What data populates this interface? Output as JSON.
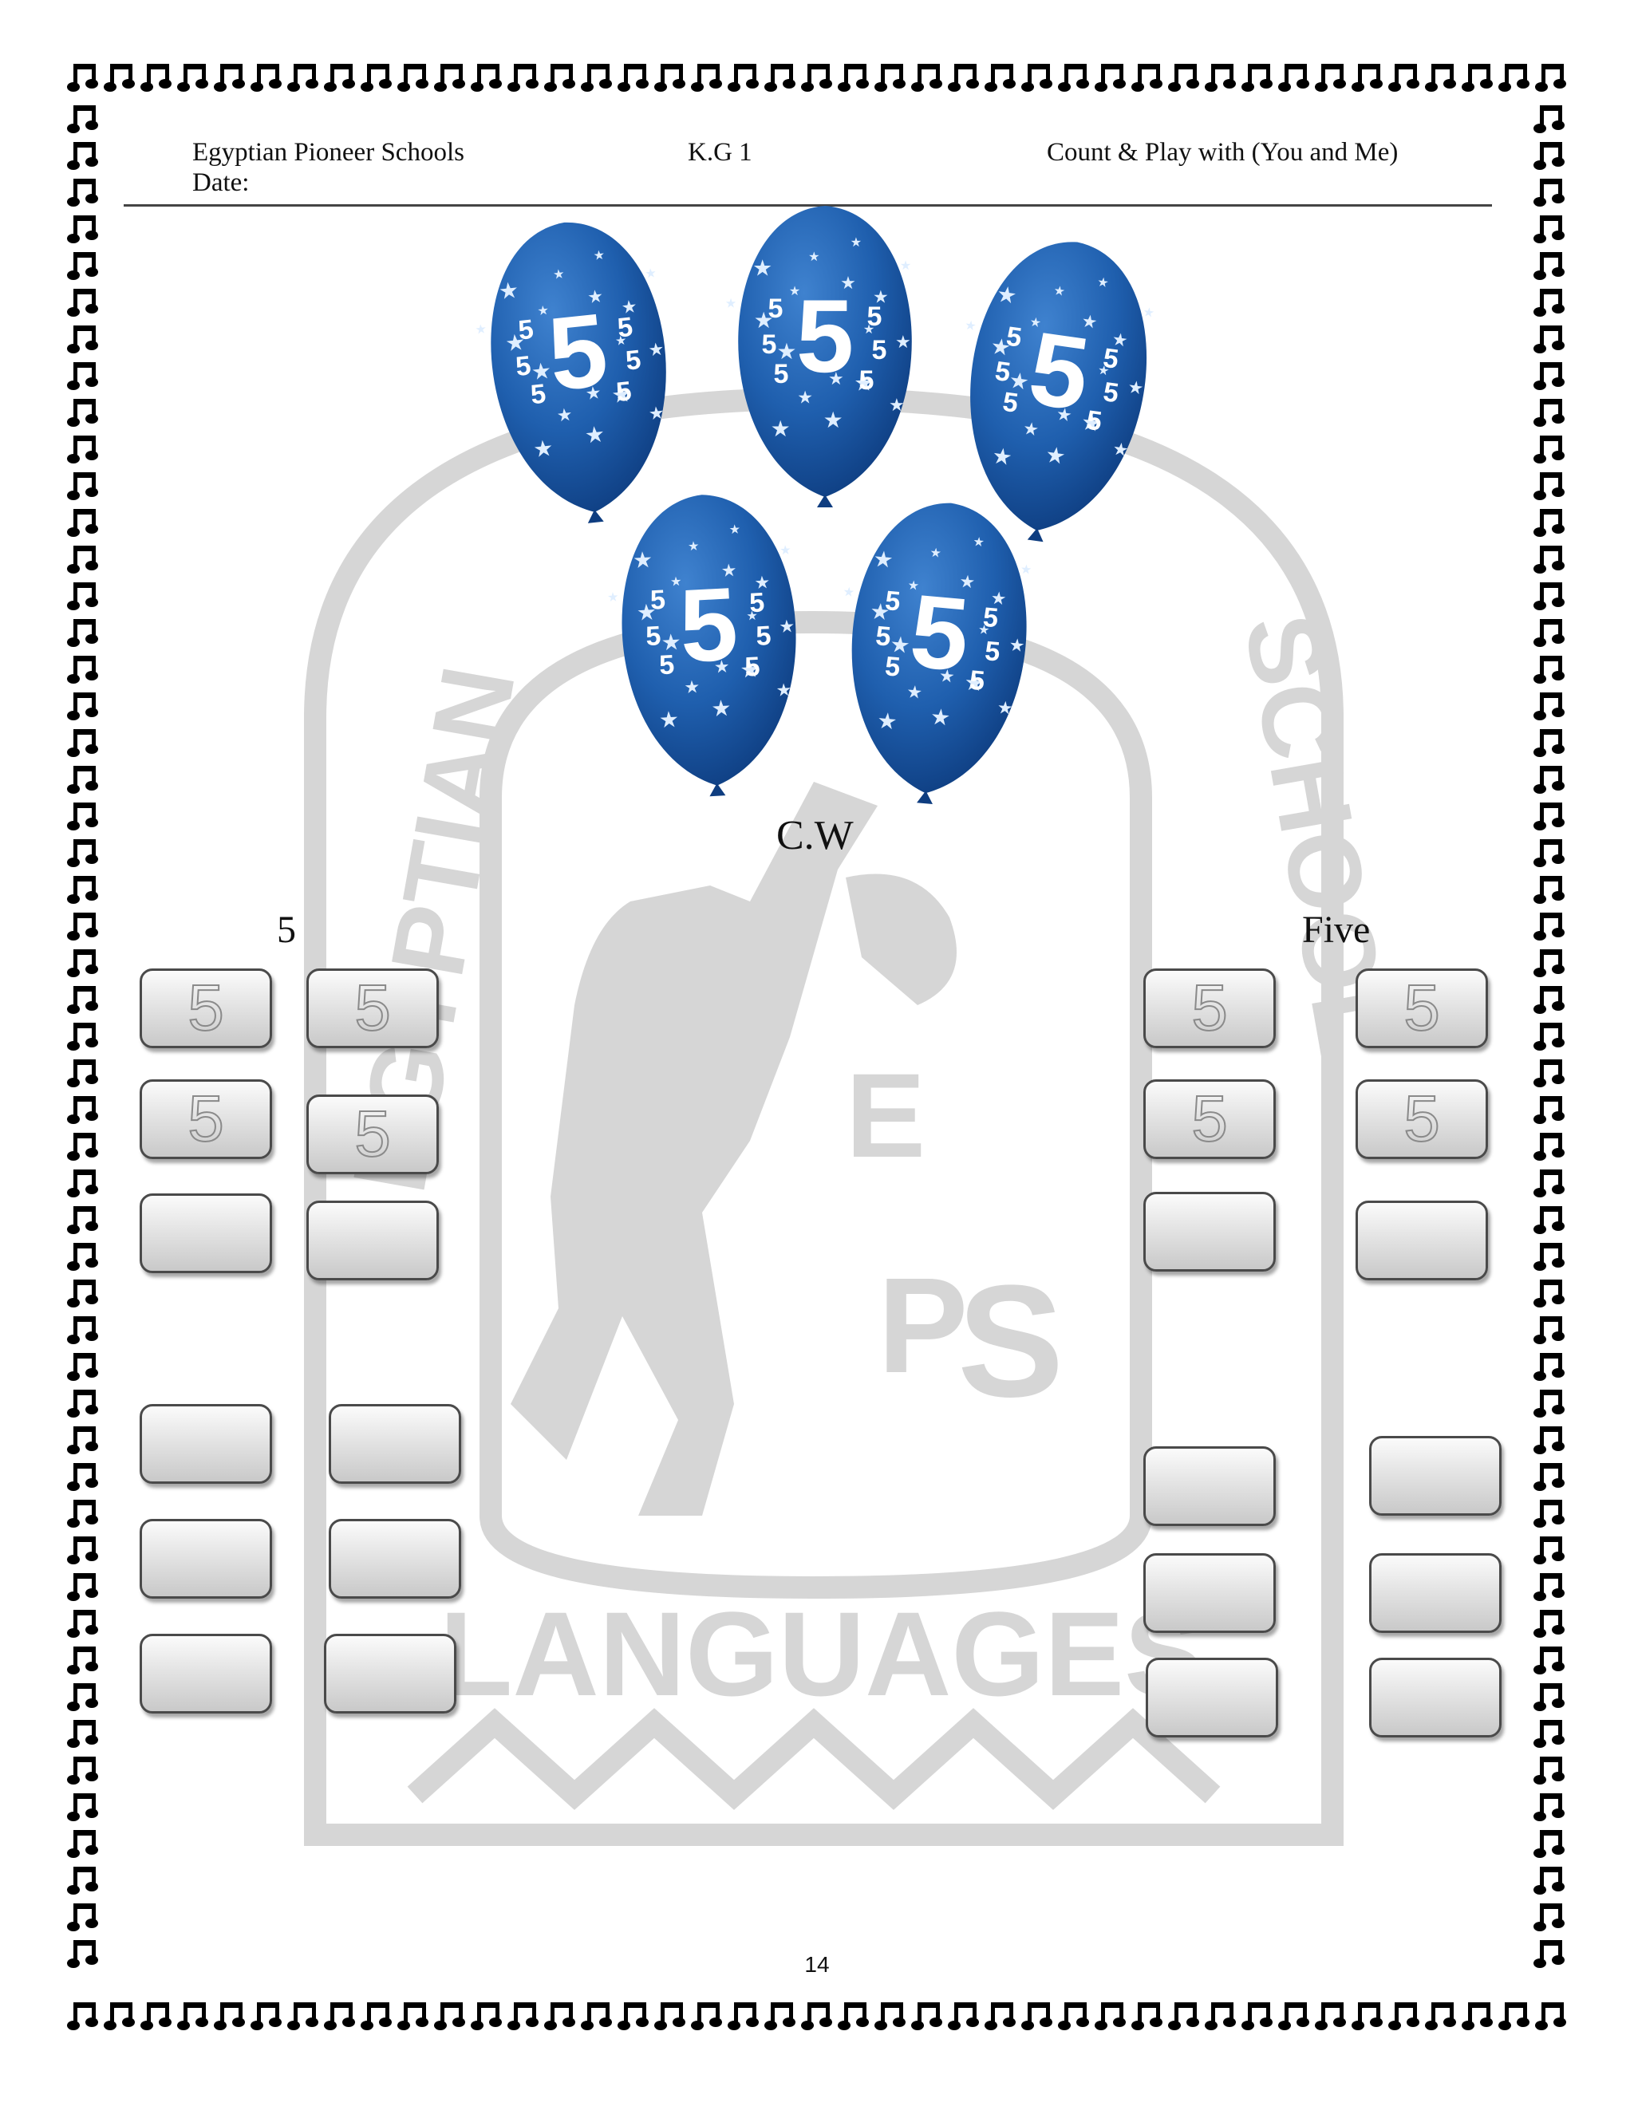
{
  "header": {
    "school": "Egyptian Pioneer Schools",
    "date_label": "Date:",
    "grade": "K.G 1",
    "book": "Count & Play with (You and Me)"
  },
  "balloon_label": "5",
  "balloon_count": 5,
  "section_label": "C.W",
  "left_heading": "5",
  "right_heading": "Five",
  "trace_digit": "5",
  "left_boxes": [
    {
      "text": "5"
    },
    {
      "text": "5"
    },
    {
      "text": "5"
    },
    {
      "text": "5"
    },
    {
      "text": ""
    },
    {
      "text": ""
    },
    {
      "text": ""
    },
    {
      "text": ""
    },
    {
      "text": ""
    },
    {
      "text": ""
    },
    {
      "text": ""
    },
    {
      "text": ""
    }
  ],
  "right_boxes": [
    {
      "text": "5"
    },
    {
      "text": "5"
    },
    {
      "text": "5"
    },
    {
      "text": "5"
    },
    {
      "text": ""
    },
    {
      "text": ""
    },
    {
      "text": ""
    },
    {
      "text": ""
    },
    {
      "text": ""
    },
    {
      "text": ""
    },
    {
      "text": ""
    },
    {
      "text": ""
    }
  ],
  "watermark_text": "LANGUAGES",
  "page_number": "14",
  "colors": {
    "balloon": "#1f5fae",
    "balloon_dark": "#0e3d80",
    "watermark": "#d6d6d6",
    "border_note": "#000000"
  }
}
